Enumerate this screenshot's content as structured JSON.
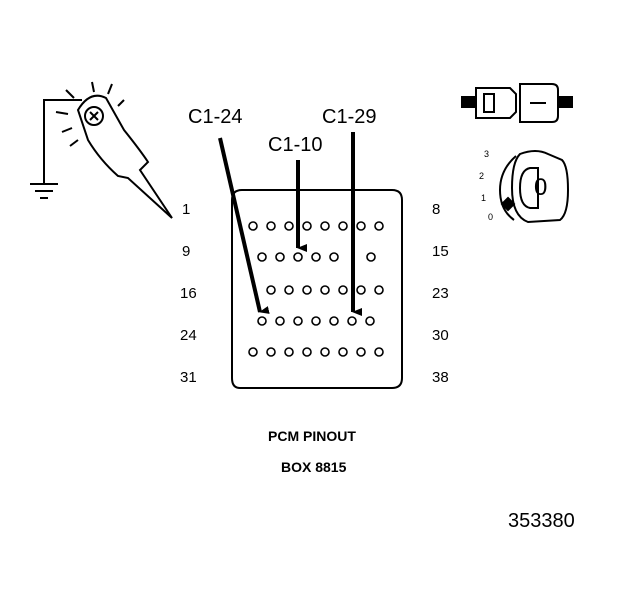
{
  "callouts": [
    "C1-24",
    "C1-10",
    "C1-29"
  ],
  "pin_numbers": {
    "left": [
      "1",
      "9",
      "16",
      "24",
      "31"
    ],
    "right": [
      "8",
      "15",
      "23",
      "30",
      "38"
    ]
  },
  "caption": {
    "line1": "PCM PINOUT",
    "line2": "BOX 8815"
  },
  "figure_number": "353380",
  "switch": {
    "positions": [
      "3",
      "2",
      "1",
      "0"
    ],
    "value": "0"
  }
}
